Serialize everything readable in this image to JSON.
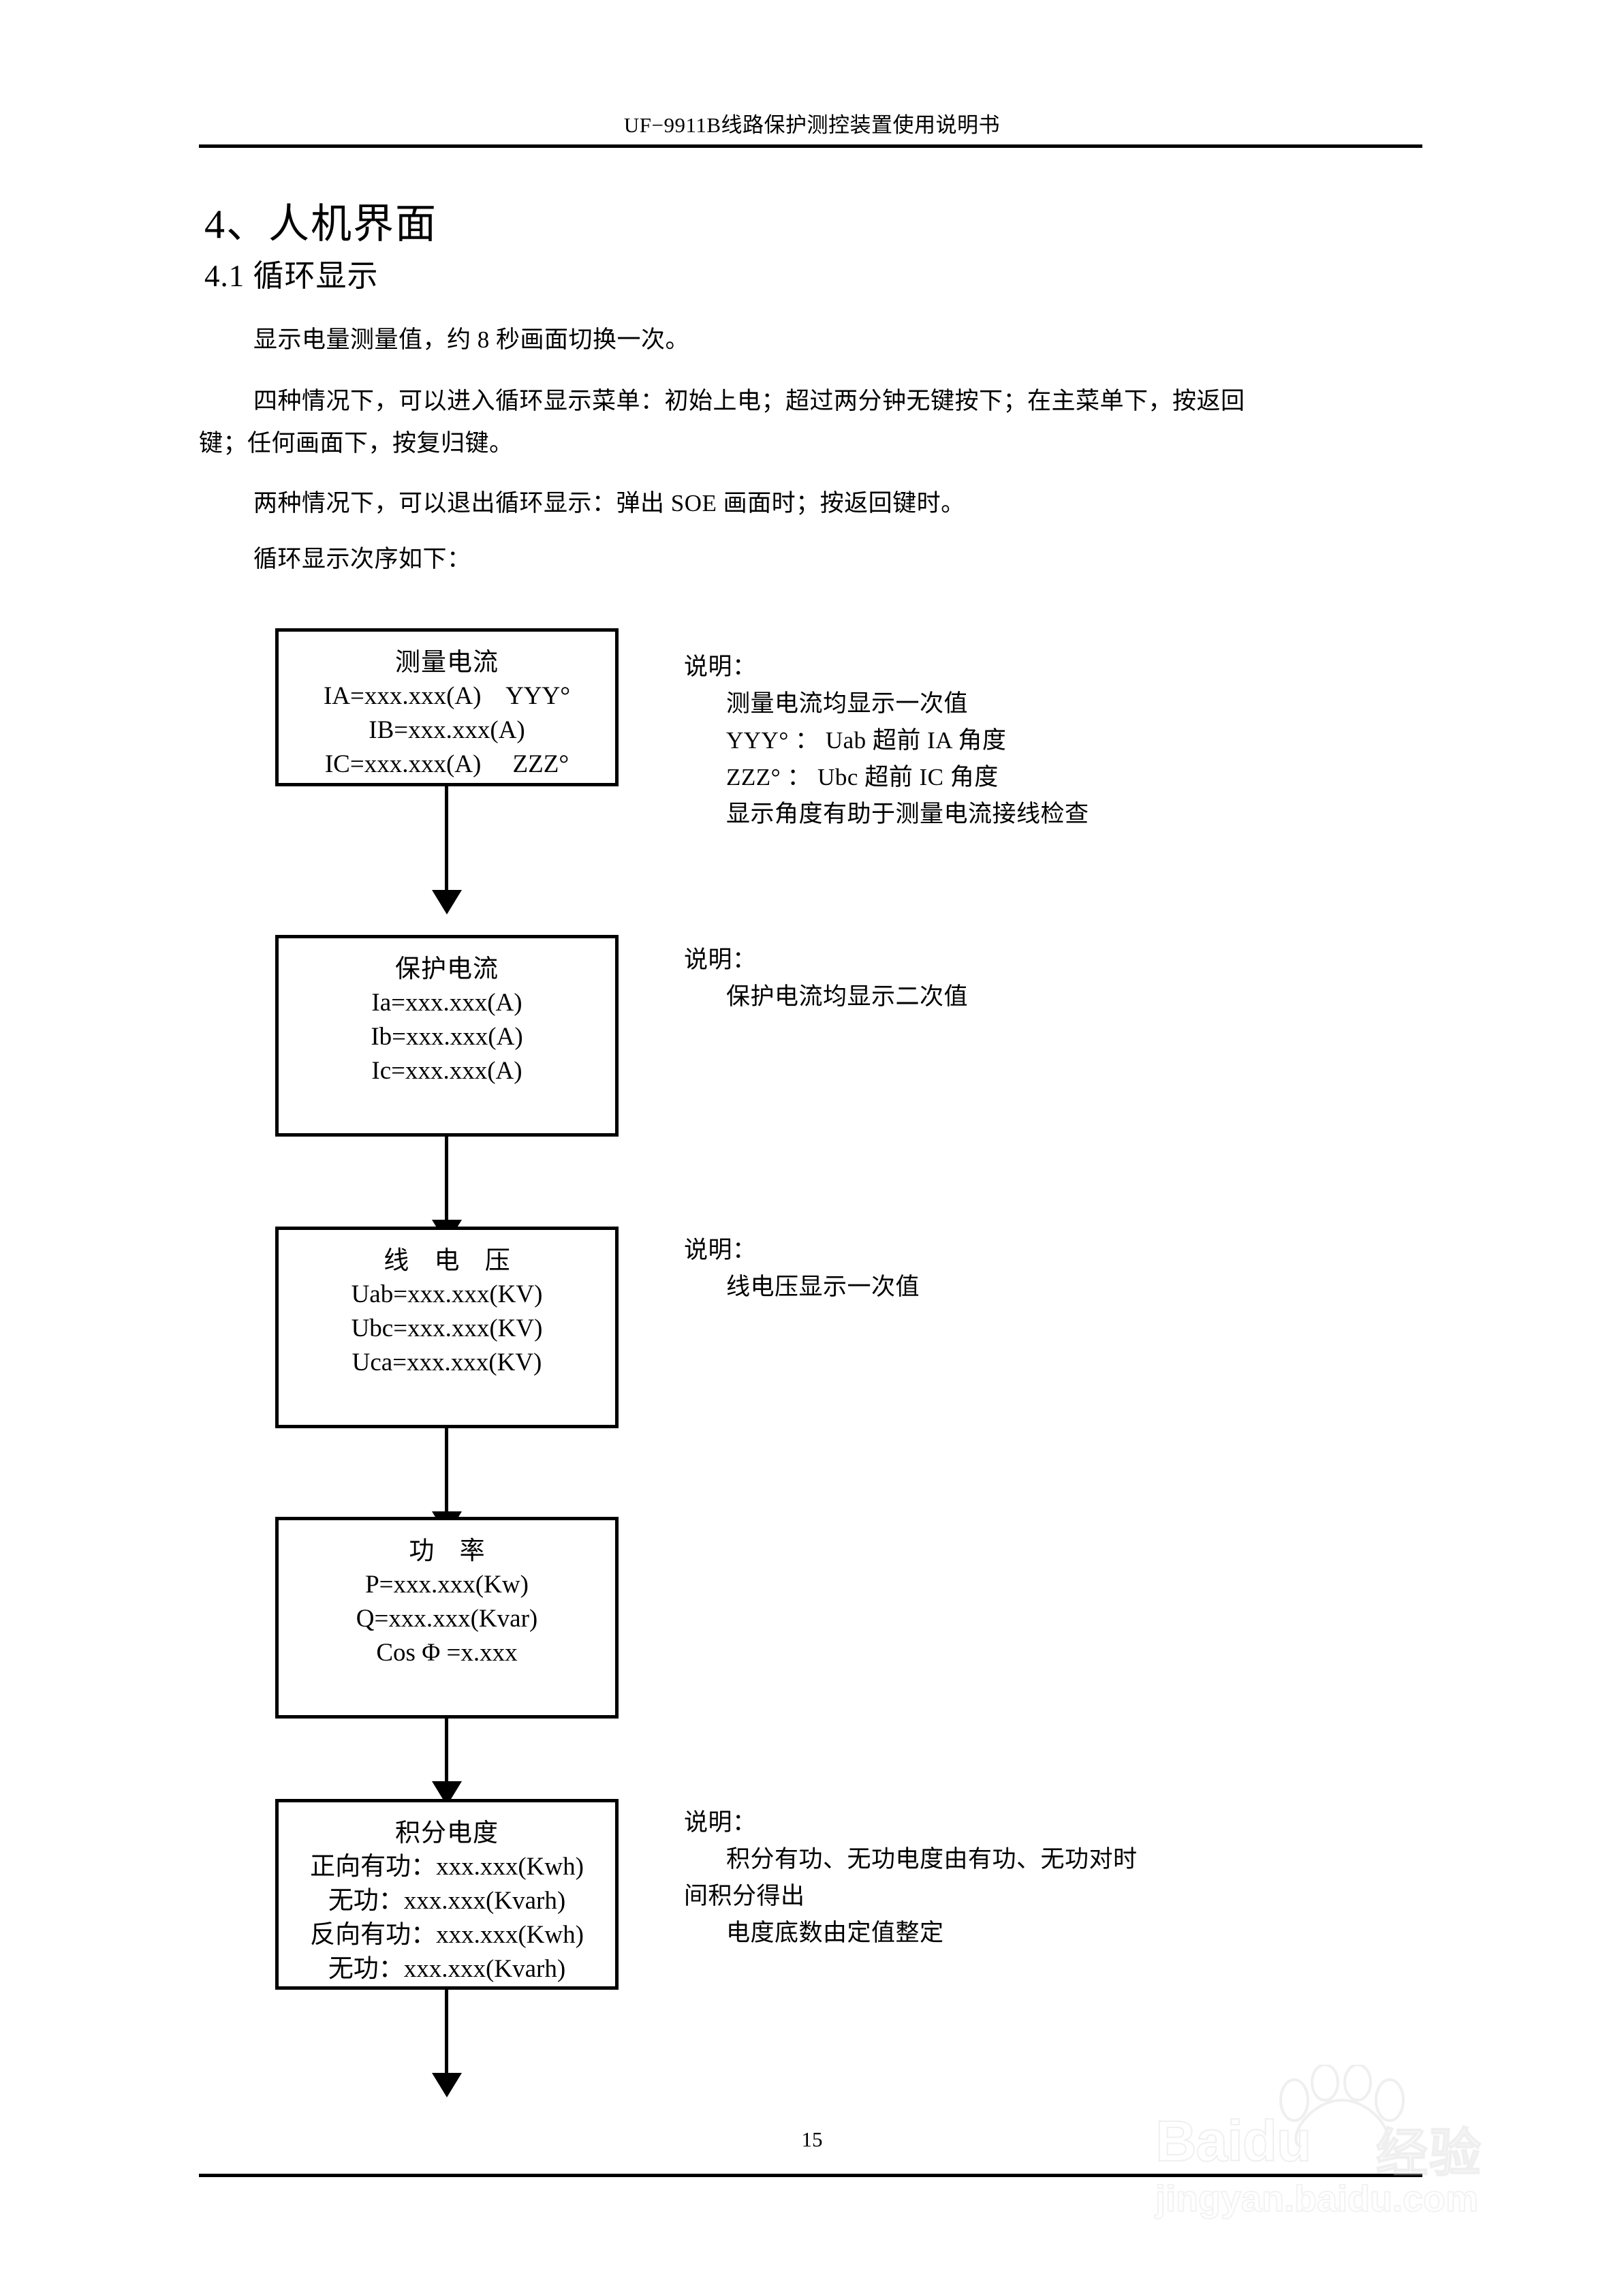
{
  "document": {
    "running_header": "UF−9911B线路保护测控装置使用说明书",
    "page_number": "15"
  },
  "headings": {
    "section": "4、人机界面",
    "subsection": "4.1 循环显示"
  },
  "paragraphs": {
    "p1": "显示电量测量值，约 8 秒画面切换一次。",
    "p2_line1": "四种情况下，可以进入循环显示菜单：初始上电；超过两分钟无键按下；在主菜单下，按返回",
    "p2_line2": "键；任何画面下，按复归键。",
    "p3": "两种情况下，可以退出循环显示：弹出 SOE 画面时；按返回键时。",
    "p4": "循环显示次序如下："
  },
  "flowchart": {
    "boxes": [
      {
        "title": "测量电流",
        "title_spaced": false,
        "lines": [
          "IA=xxx.xxx(A)    YYY°",
          "IB=xxx.xxx(A)",
          "IC=xxx.xxx(A)     ZZZ°"
        ],
        "note": {
          "label": "说明：",
          "lines": [
            "测量电流均显示一次值",
            "YYY° ： Uab 超前 IA 角度",
            "ZZZ° ： Ubc 超前 IC 角度",
            "显示角度有助于测量电流接线检查"
          ]
        }
      },
      {
        "title": "保护电流",
        "title_spaced": false,
        "lines": [
          "Ia=xxx.xxx(A)",
          "Ib=xxx.xxx(A)",
          "Ic=xxx.xxx(A)"
        ],
        "note": {
          "label": "说明：",
          "lines": [
            "保护电流均显示二次值"
          ]
        }
      },
      {
        "title": "线 电 压",
        "title_spaced": true,
        "lines": [
          "Uab=xxx.xxx(KV)",
          "Ubc=xxx.xxx(KV)",
          "Uca=xxx.xxx(KV)"
        ],
        "note": {
          "label": "说明：",
          "lines": [
            "线电压显示一次值"
          ]
        }
      },
      {
        "title": "功 率",
        "title_spaced": true,
        "lines": [
          "P=xxx.xxx(Kw)",
          "Q=xxx.xxx(Kvar)",
          "Cos Φ =x.xxx"
        ],
        "note": null
      },
      {
        "title": "积分电度",
        "title_spaced": false,
        "lines": [
          "正向有功：xxx.xxx(Kwh)",
          "无功：xxx.xxx(Kvarh)",
          "反向有功：xxx.xxx(Kwh)",
          "无功：xxx.xxx(Kvarh)"
        ],
        "note": {
          "label": "说明：",
          "lines": [
            "积分有功、无功电度由有功、无功对时",
            "间积分得出",
            "电度底数由定值整定"
          ]
        }
      }
    ]
  },
  "watermark": {
    "brand": "Baidu",
    "brand_cn": "经验",
    "url": "jingyan.baidu.com"
  }
}
